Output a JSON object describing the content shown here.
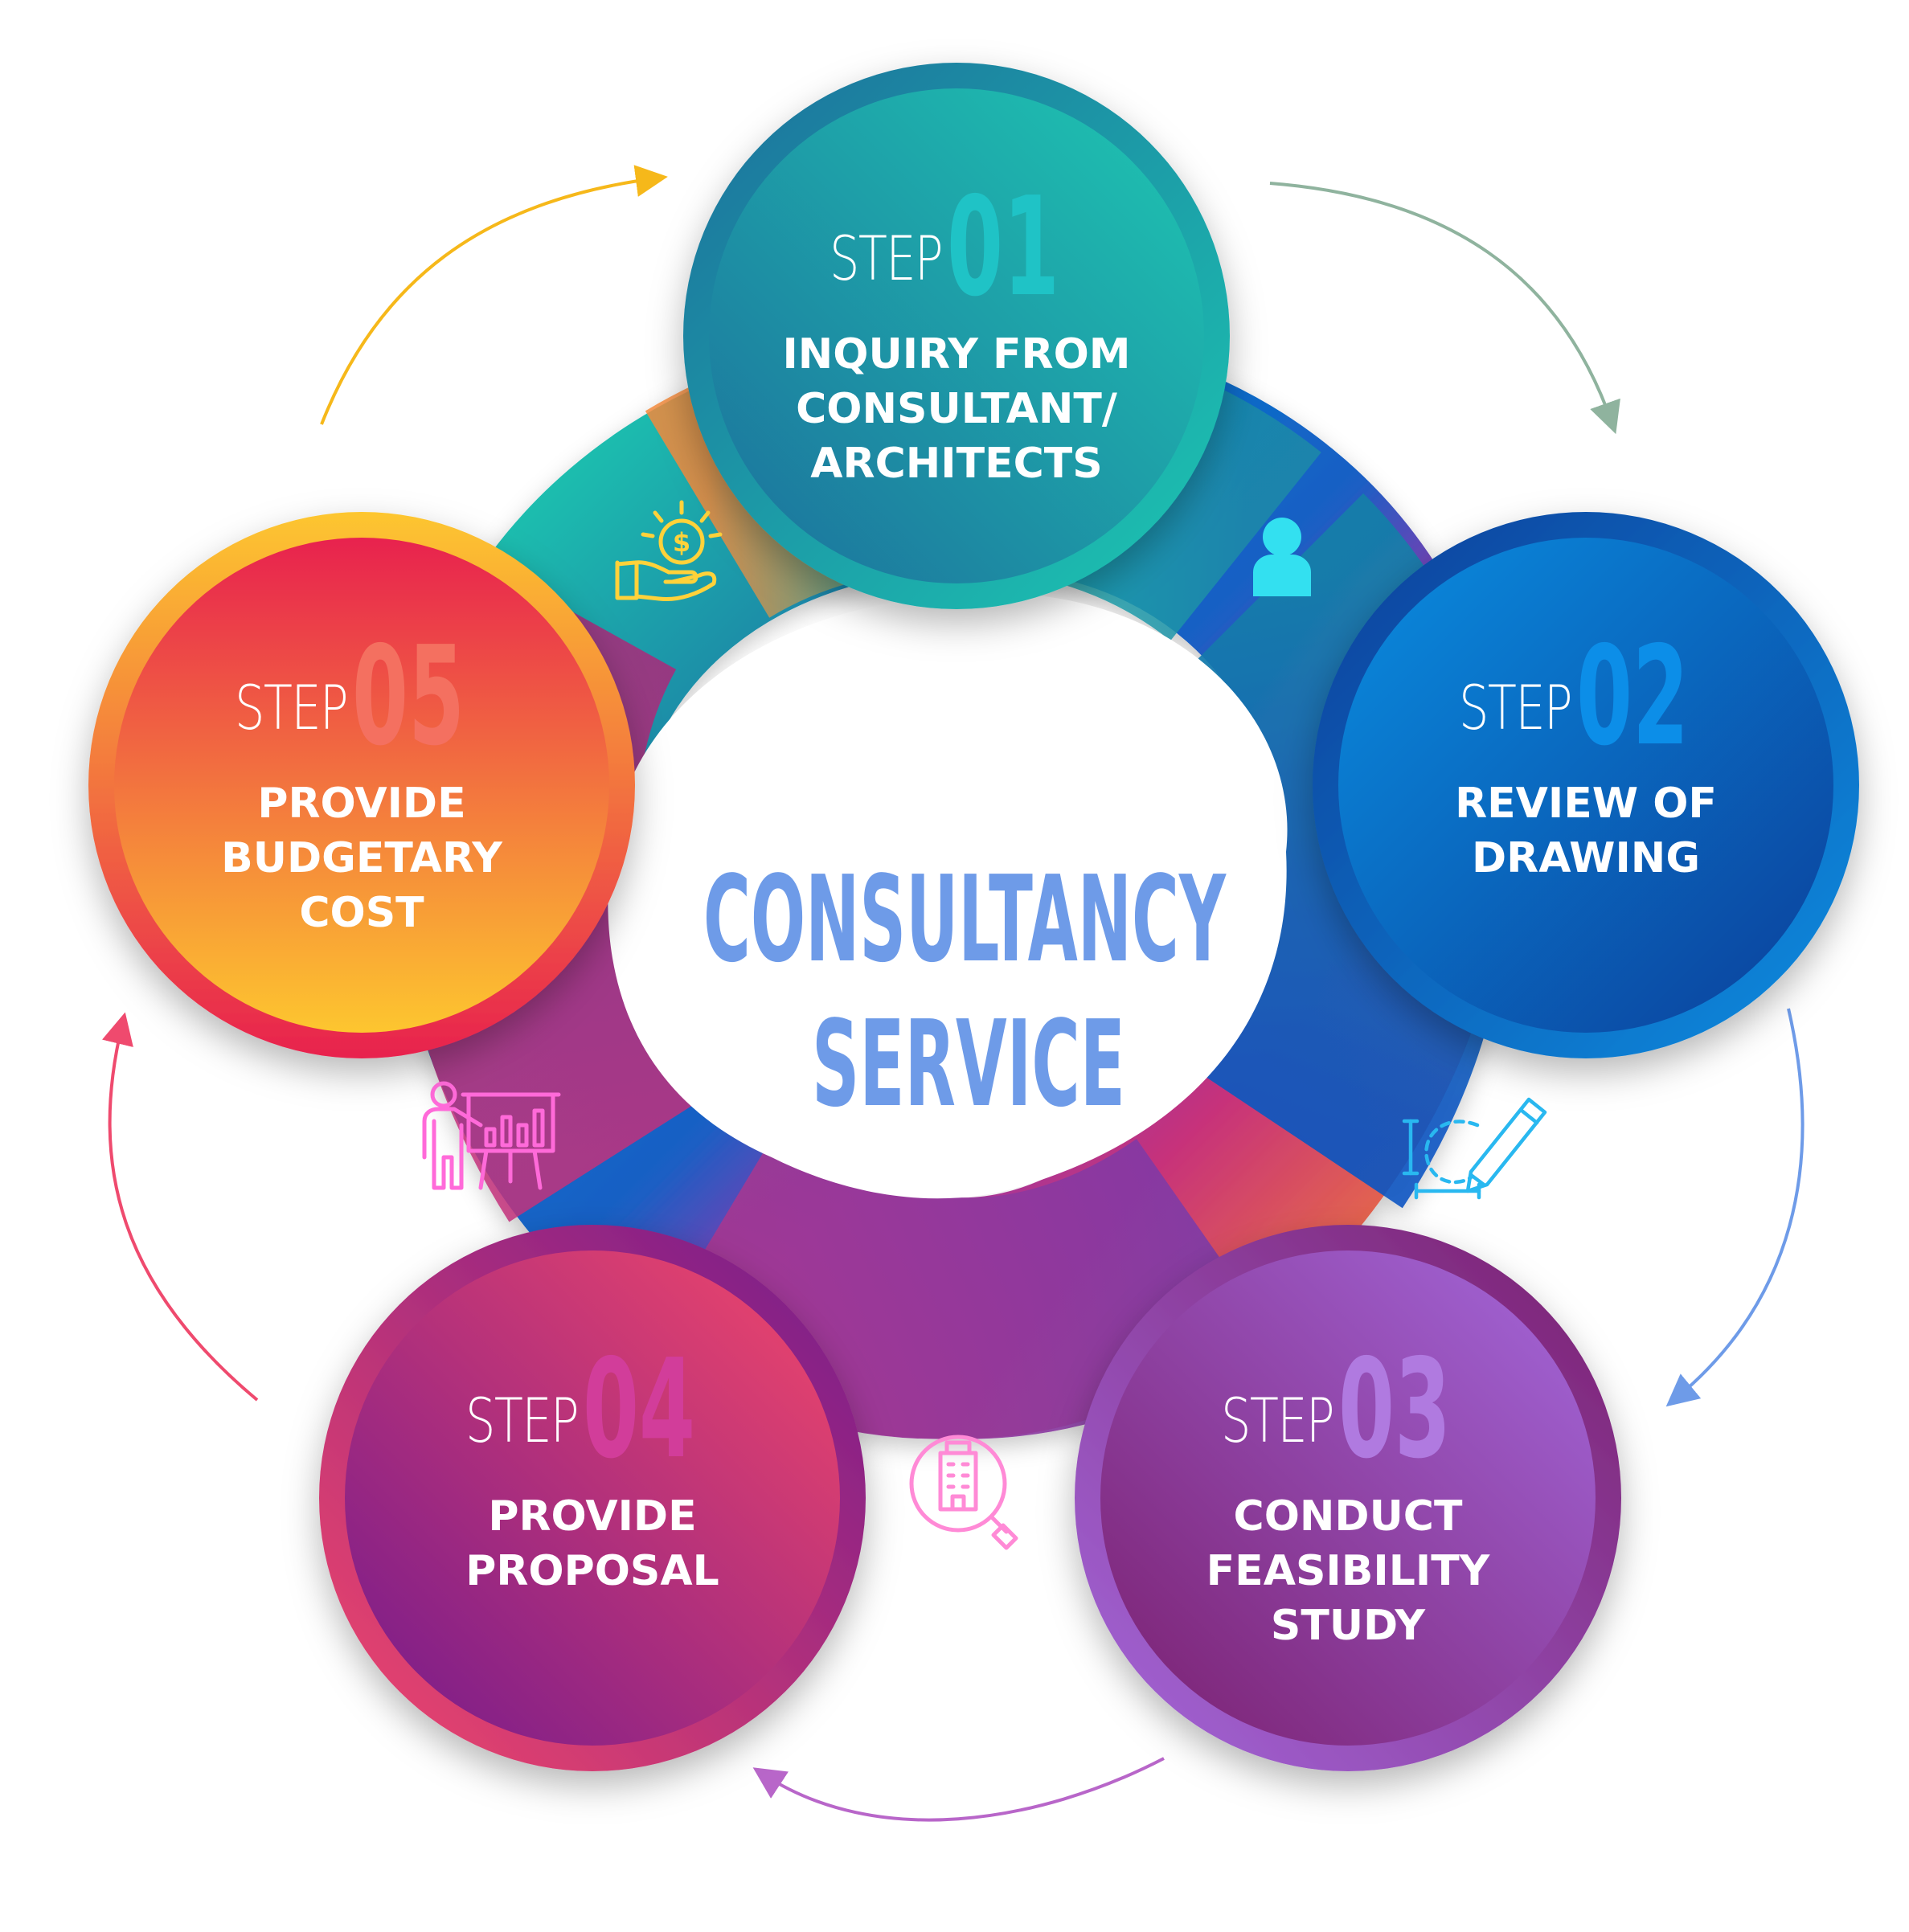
{
  "center": {
    "title_line1": "CONSULTANCY",
    "title_line2": "SERVICE"
  },
  "steps": [
    {
      "word": "STEP",
      "number": "01",
      "lines": [
        "INQUIRY FROM",
        "CONSULTANT/",
        "ARCHITECTS"
      ],
      "icon": "person-icon",
      "colors": {
        "a": "#1fc7b2",
        "b": "#1c6f9c",
        "num": "#1fc3c6",
        "ring": "#1a8ea6"
      }
    },
    {
      "word": "STEP",
      "number": "02",
      "lines": [
        "REVIEW OF",
        "DRAWING"
      ],
      "icon": "drawing-pencil-icon",
      "colors": {
        "a": "#0a8de0",
        "b": "#0b3f9a",
        "num": "#0c8ee8",
        "ring": "#0a5bbd"
      }
    },
    {
      "word": "STEP",
      "number": "03",
      "lines": [
        "CONDUCT",
        "FEASIBILITY",
        "STUDY"
      ],
      "icon": "building-search-icon",
      "colors": {
        "a": "#a468dc",
        "b": "#7a1f6e",
        "num": "#b07ae0",
        "ring": "#9a5cd4"
      }
    },
    {
      "word": "STEP",
      "number": "04",
      "lines": [
        "PROVIDE",
        "PROPOSAL"
      ],
      "icon": "presentation-icon",
      "colors": {
        "a": "#f2476a",
        "b": "#731a8c",
        "num": "#d23d9a",
        "ring": "#c22a7e"
      }
    },
    {
      "word": "STEP",
      "number": "05",
      "lines": [
        "PROVIDE",
        "BUDGETARY",
        "COST"
      ],
      "icon": "money-hand-icon",
      "colors": {
        "a": "#e8224e",
        "b": "#fdc62f",
        "num": "#f47060",
        "ring": "#f08a3a"
      }
    }
  ],
  "arrows": [
    {
      "name": "arrow-1-to-2",
      "color": "#8fb39e"
    },
    {
      "name": "arrow-2-to-3",
      "color": "#6e9be8"
    },
    {
      "name": "arrow-3-to-4",
      "color": "#b866c9"
    },
    {
      "name": "arrow-4-to-5",
      "color": "#ef4a6e"
    },
    {
      "name": "arrow-5-to-1",
      "color": "#f6b81a"
    }
  ]
}
